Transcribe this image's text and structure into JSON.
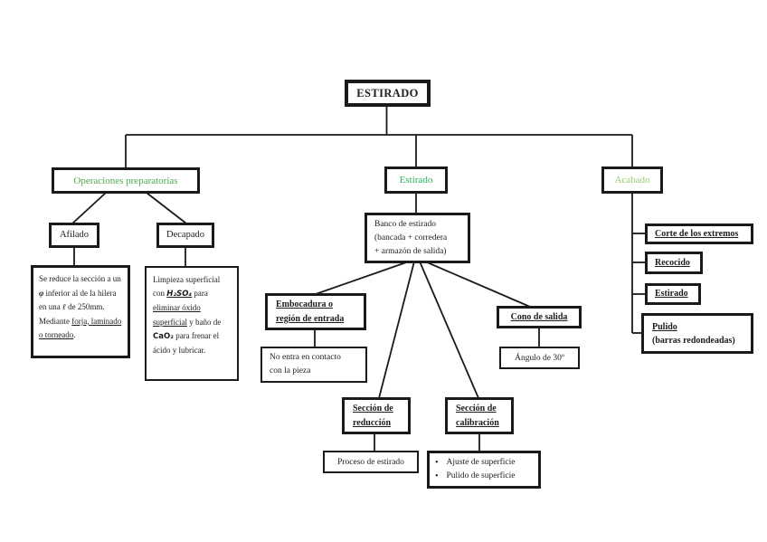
{
  "colors": {
    "line": "#1a1a1a",
    "green_preparatorias": "#4EA84E",
    "green_estirado": "#27B457",
    "green_acabado": "#93CF70"
  },
  "root": {
    "label": "ESTIRADO"
  },
  "preparatorias": {
    "label": "Operaciones preparatorias",
    "afilado": {
      "label": "Afilado",
      "detail": {
        "t1": "Se reduce la sección a un ",
        "phi": "φ",
        "t2": " inferior al de la hilera en una ",
        "ell": "ℓ",
        "t3": " de 250mm. Mediante ",
        "u1": "forja, laminado o torneado",
        "t4": "."
      }
    },
    "decapado": {
      "label": "Decapado",
      "detail": {
        "t1": "Limpieza superficial con ",
        "h2so4": "H₂SO₄",
        "t2": " para ",
        "u1": "eliminar óxido superficial",
        "t3": " y baño de ",
        "cao2": "CaO₂",
        "t4": " para frenar el ácido y lubricar."
      }
    }
  },
  "estirado": {
    "label": "Estirado",
    "banco": {
      "line1": "Banco de estirado",
      "line2": "(bancada + corredera",
      "line3": "+ armazón de salida)"
    },
    "embocadura": {
      "line1": "Embocadura o",
      "line2": "región de entrada",
      "detail_line1": "No entra en contacto",
      "detail_line2": "con la pieza"
    },
    "reduccion": {
      "line1": "Sección de",
      "line2": "reducción",
      "detail": "Proceso de estirado"
    },
    "calibracion": {
      "line1": "Sección de",
      "line2": "calibración",
      "bullet_char": "•",
      "bullets": [
        "Ajuste de superficie",
        "Pulido de superficie"
      ]
    },
    "cono": {
      "label": "Cono de salida",
      "detail": "Ángulo de 30º"
    }
  },
  "acabado": {
    "label": "Acabado",
    "items": [
      "Corte de los extremos",
      "Recocido",
      "Estirado"
    ],
    "pulido": {
      "line1": "Pulido",
      "line2": "(barras redondeadas)"
    }
  }
}
